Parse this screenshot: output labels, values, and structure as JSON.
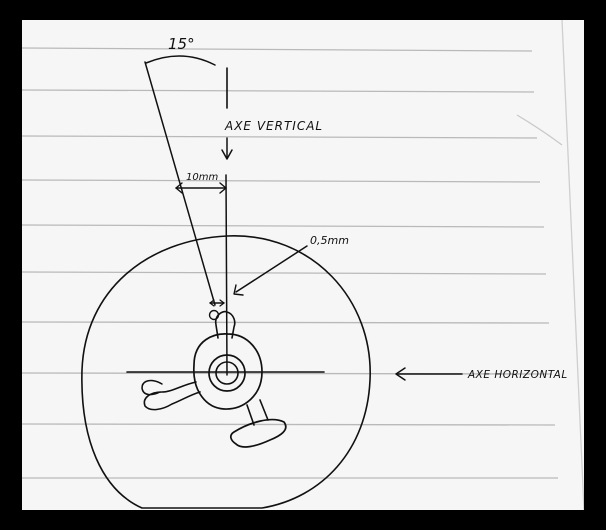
{
  "labels": {
    "angle": "15°",
    "vertical_axis": "AXE VERTICAL",
    "offset": "10mm",
    "gap": "0,5mm",
    "horizontal_axis": "AXE HORIZONTAL"
  },
  "colors": {
    "paper": "#f6f6f6",
    "ink": "#111111",
    "ruling": "#b9b9b9",
    "frame": "#000000"
  }
}
